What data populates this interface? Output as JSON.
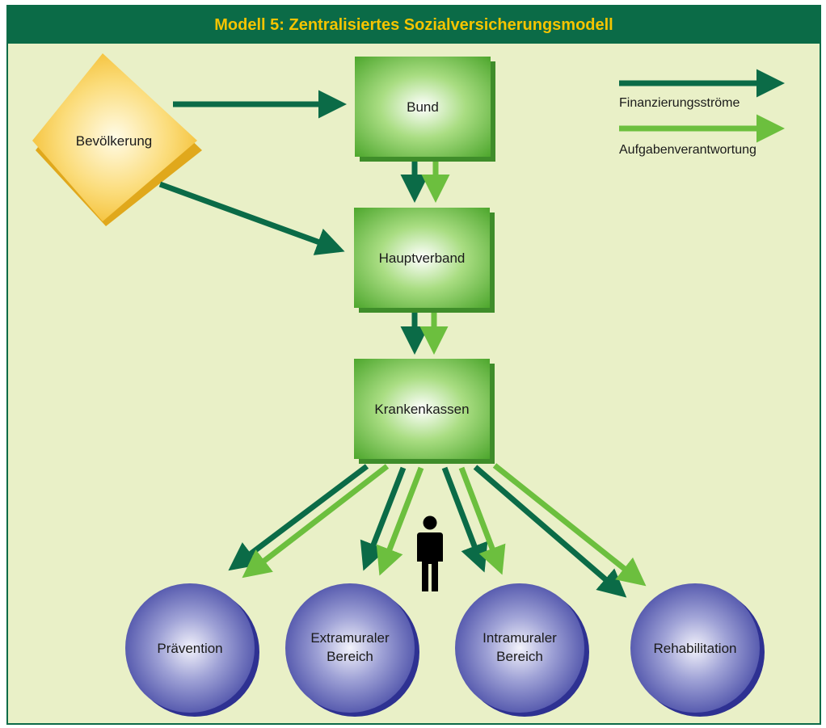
{
  "title": "Modell 5: Zentralisiertes Sozialversicherungsmodell",
  "colors": {
    "frame_green": "#0b6b47",
    "title_text": "#f5c400",
    "background": "#e9f0c7",
    "finance_arrow": "#0b6b47",
    "task_arrow": "#6cbf3e",
    "box_green": "#5cb43a",
    "diamond_yellow": "#f4c534",
    "circle_blue": "#4b4fa8"
  },
  "legend": {
    "finance": "Finanzierungsströme",
    "task": "Aufgabenverantwortung"
  },
  "nodes": {
    "population": "Bevölkerung",
    "federal": "Bund",
    "main_association": "Hauptverband",
    "health_insurers": "Krankenkassen",
    "prevention": "Prävention",
    "extramural_1": "Extramuraler",
    "extramural_2": "Bereich",
    "intramural_1": "Intramuraler",
    "intramural_2": "Bereich",
    "rehabilitation": "Rehabilitation"
  },
  "icons": {
    "person": "person-icon"
  }
}
